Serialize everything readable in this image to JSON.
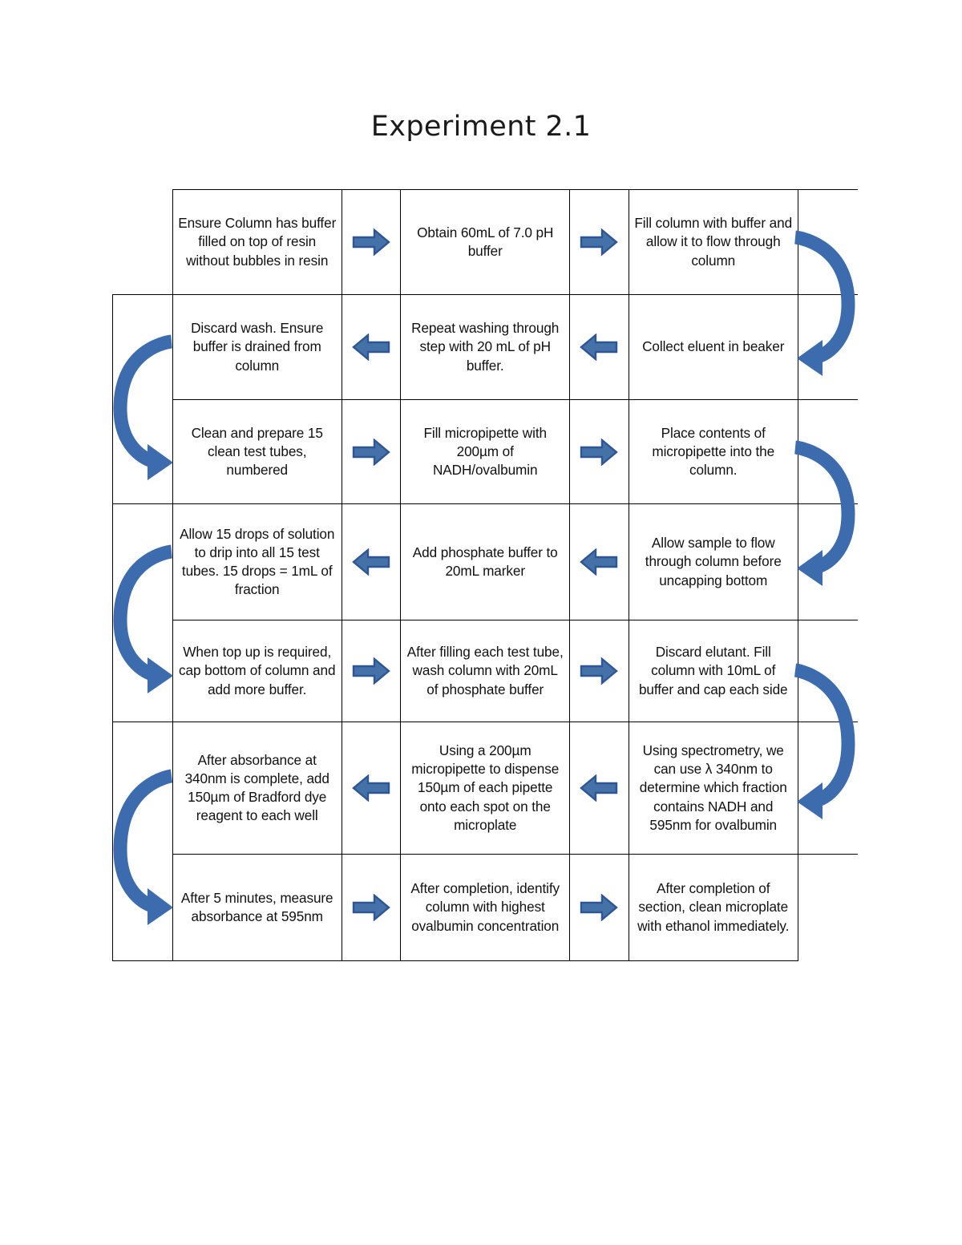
{
  "document": {
    "title": "Experiment 2.1"
  },
  "colors": {
    "arrow_fill": "#4472A8",
    "arrow_stroke": "#2E5694",
    "curve_fill": "#3C6CAE",
    "curve_dark": "#2F5B96",
    "border": "#000000",
    "text": "#111111"
  },
  "flowchart": {
    "type": "boustrophedon-grid",
    "rows": 7,
    "step_columns": 3,
    "steps": [
      {
        "id": 1,
        "row": 1,
        "col": 1,
        "text": "Ensure Column has buffer filled on top of resin without bubbles in resin"
      },
      {
        "id": 2,
        "row": 1,
        "col": 2,
        "text": "Obtain 60mL of 7.0 pH buffer"
      },
      {
        "id": 3,
        "row": 1,
        "col": 3,
        "text": "Fill column with buffer and allow it to flow through column"
      },
      {
        "id": 4,
        "row": 2,
        "col": 3,
        "text": "Collect eluent in beaker"
      },
      {
        "id": 5,
        "row": 2,
        "col": 2,
        "text": "Repeat washing through step with 20 mL of pH buffer."
      },
      {
        "id": 6,
        "row": 2,
        "col": 1,
        "text": "Discard wash. Ensure buffer is drained from column"
      },
      {
        "id": 7,
        "row": 3,
        "col": 1,
        "text": "Clean and prepare 15 clean test tubes, numbered"
      },
      {
        "id": 8,
        "row": 3,
        "col": 2,
        "text": "Fill micropipette with 200µm of NADH/ovalbumin"
      },
      {
        "id": 9,
        "row": 3,
        "col": 3,
        "text": "Place contents of micropipette into the column."
      },
      {
        "id": 10,
        "row": 4,
        "col": 3,
        "text": "Allow sample to flow through column before uncapping bottom"
      },
      {
        "id": 11,
        "row": 4,
        "col": 2,
        "text": "Add phosphate buffer to 20mL marker"
      },
      {
        "id": 12,
        "row": 4,
        "col": 1,
        "text": "Allow 15 drops of solution to drip into all 15 test tubes. 15 drops = 1mL of fraction"
      },
      {
        "id": 13,
        "row": 5,
        "col": 1,
        "text": "When top up is required, cap bottom of column and add more buffer."
      },
      {
        "id": 14,
        "row": 5,
        "col": 2,
        "text": "After filling each test tube, wash column with 20mL of phosphate buffer"
      },
      {
        "id": 15,
        "row": 5,
        "col": 3,
        "text": "Discard elutant. Fill column with 10mL of buffer and cap each side"
      },
      {
        "id": 16,
        "row": 6,
        "col": 3,
        "text": "Using spectrometry, we can use λ 340nm to determine which fraction contains NADH and 595nm for ovalbumin"
      },
      {
        "id": 17,
        "row": 6,
        "col": 2,
        "text": "Using a 200µm micropipette to dispense 150µm of each pipette onto each spot on the microplate"
      },
      {
        "id": 18,
        "row": 6,
        "col": 1,
        "text": "After absorbance at 340nm is complete, add 150µm of Bradford dye reagent to each well"
      },
      {
        "id": 19,
        "row": 7,
        "col": 1,
        "text": "After 5 minutes, measure absorbance at 595nm"
      },
      {
        "id": 20,
        "row": 7,
        "col": 2,
        "text": "After completion, identify column with highest ovalbumin concentration"
      },
      {
        "id": 21,
        "row": 7,
        "col": 3,
        "text": "After completion of section, clean microplate with ethanol immediately."
      }
    ],
    "connectors": [
      {
        "name": "arrow-r1-a",
        "row": 1,
        "slot": "a",
        "direction": "right"
      },
      {
        "name": "arrow-r1-b",
        "row": 1,
        "slot": "b",
        "direction": "right"
      },
      {
        "name": "arrow-r2-a",
        "row": 2,
        "slot": "a",
        "direction": "left"
      },
      {
        "name": "arrow-r2-b",
        "row": 2,
        "slot": "b",
        "direction": "left"
      },
      {
        "name": "arrow-r3-a",
        "row": 3,
        "slot": "a",
        "direction": "right"
      },
      {
        "name": "arrow-r3-b",
        "row": 3,
        "slot": "b",
        "direction": "right"
      },
      {
        "name": "arrow-r4-a",
        "row": 4,
        "slot": "a",
        "direction": "left"
      },
      {
        "name": "arrow-r4-b",
        "row": 4,
        "slot": "b",
        "direction": "left"
      },
      {
        "name": "arrow-r5-a",
        "row": 5,
        "slot": "a",
        "direction": "right"
      },
      {
        "name": "arrow-r5-b",
        "row": 5,
        "slot": "b",
        "direction": "right"
      },
      {
        "name": "arrow-r6-a",
        "row": 6,
        "slot": "a",
        "direction": "left"
      },
      {
        "name": "arrow-r6-b",
        "row": 6,
        "slot": "b",
        "direction": "left"
      },
      {
        "name": "arrow-r7-a",
        "row": 7,
        "slot": "a",
        "direction": "right"
      },
      {
        "name": "arrow-r7-b",
        "row": 7,
        "slot": "b",
        "direction": "right"
      },
      {
        "name": "curve-right-1",
        "side": "right",
        "from_row": 1,
        "to_row": 2,
        "direction": "clockwise-down-left"
      },
      {
        "name": "curve-left-1",
        "side": "left",
        "from_row": 2,
        "to_row": 3,
        "direction": "counterclockwise-down-right"
      },
      {
        "name": "curve-right-2",
        "side": "right",
        "from_row": 3,
        "to_row": 4,
        "direction": "clockwise-down-left"
      },
      {
        "name": "curve-left-2",
        "side": "left",
        "from_row": 4,
        "to_row": 5,
        "direction": "counterclockwise-down-right"
      },
      {
        "name": "curve-right-3",
        "side": "right",
        "from_row": 5,
        "to_row": 6,
        "direction": "clockwise-down-left"
      },
      {
        "name": "curve-left-3",
        "side": "left",
        "from_row": 6,
        "to_row": 7,
        "direction": "counterclockwise-down-right"
      }
    ]
  }
}
